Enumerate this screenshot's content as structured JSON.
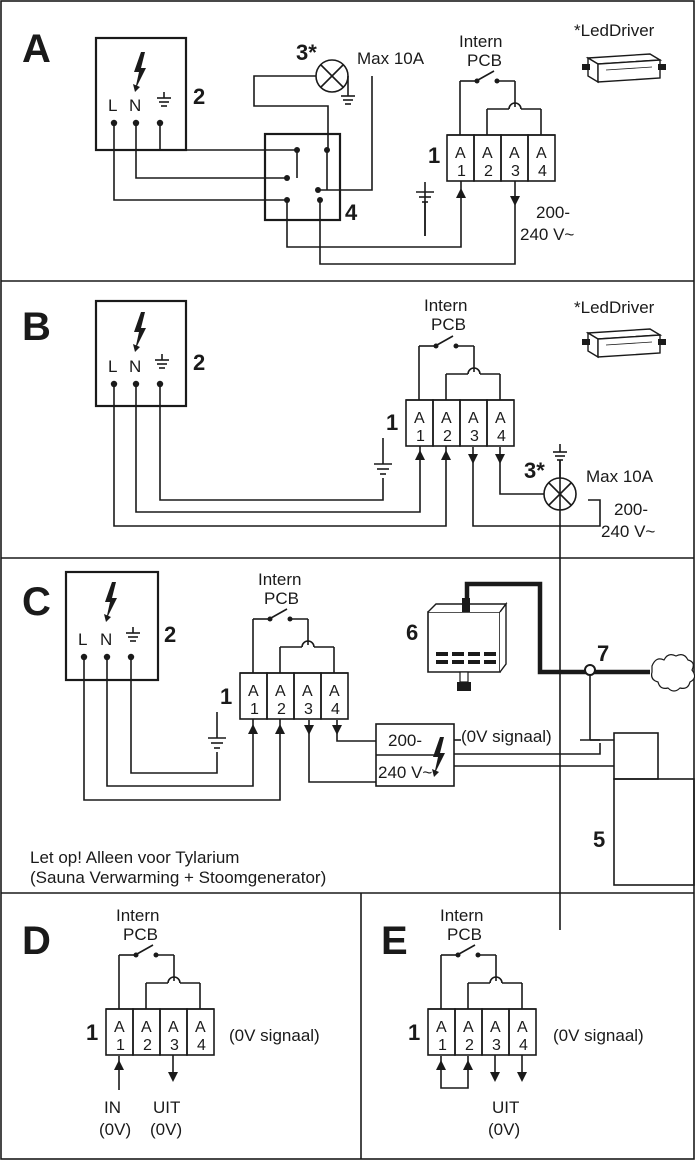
{
  "sections": {
    "a": {
      "letter": "A",
      "pcb_title_1": "Intern",
      "pcb_title_2": "PCB",
      "led_driver": "*LedDriver",
      "lamp_ref": "3*",
      "max": "Max 10A",
      "box_ref": "2",
      "junction_ref": "4",
      "terminal_ref": "1",
      "voltage_1": "200-",
      "voltage_2": "240 V~"
    },
    "b": {
      "letter": "B",
      "pcb_title_1": "Intern",
      "pcb_title_2": "PCB",
      "led_driver": "*LedDriver",
      "lamp_ref": "3*",
      "max": "Max 10A",
      "box_ref": "2",
      "terminal_ref": "1",
      "voltage_1": "200-",
      "voltage_2": "240 V~"
    },
    "c": {
      "letter": "C",
      "pcb_title_1": "Intern",
      "pcb_title_2": "PCB",
      "box_ref": "2",
      "terminal_ref": "1",
      "unit_6": "6",
      "unit_7": "7",
      "unit_5": "5",
      "voltage_1": "200-",
      "voltage_2": "240 V~",
      "signal": "(0V signaal)",
      "note_1": "Let op! Alleen voor Tylarium",
      "note_2": "(Sauna Verwarming + Stoomgenerator)"
    },
    "d": {
      "letter": "D",
      "pcb_title_1": "Intern",
      "pcb_title_2": "PCB",
      "terminal_ref": "1",
      "signal": "(0V signaal)",
      "in": "IN",
      "in_v": "(0V)",
      "out": "UIT",
      "out_v": "(0V)"
    },
    "e": {
      "letter": "E",
      "pcb_title_1": "Intern",
      "pcb_title_2": "PCB",
      "terminal_ref": "1",
      "signal": "(0V signaal)",
      "out": "UIT",
      "out_v": "(0V)"
    }
  },
  "terminal": {
    "t1a": "A",
    "t1b": "1",
    "t2a": "A",
    "t2b": "2",
    "t3a": "A",
    "t3b": "3",
    "t4a": "A",
    "t4b": "4"
  },
  "supply": {
    "l": "L",
    "n": "N"
  },
  "colors": {
    "ink": "#1a1a1a",
    "background": "#ffffff"
  },
  "icons": [
    "lightning-icon",
    "earth-ground-icon",
    "lamp-icon",
    "led-driver-icon",
    "switch-icon",
    "steam-cloud-icon",
    "arrow-icon"
  ]
}
